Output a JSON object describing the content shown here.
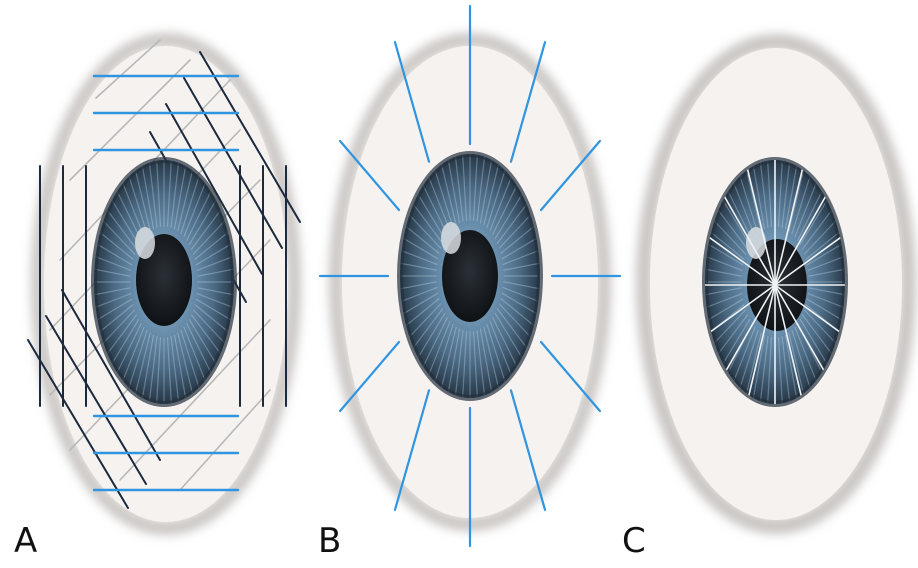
{
  "panels": [
    {
      "label": "A"
    },
    {
      "label": "B"
    },
    {
      "label": "C"
    }
  ],
  "colors": {
    "sclera_fill": "#f6f2f0",
    "sclera_rim": "#c9c5c2",
    "iris_outer": "#2f4352",
    "iris_mid": "#5b7c96",
    "iris_inner": "#8fb2cc",
    "pupil": "#15191d",
    "highlight": "#d9dde0",
    "blue_line": "#2f95e0",
    "dark_line": "#1c2a3e",
    "light_line": "#b8b8b8",
    "radial_white": "#f0f2f4"
  },
  "icons": {
    "panel_a": "eye-hatched-incisions-icon",
    "panel_b": "eye-radial-incisions-icon",
    "panel_c": "eye-iris-spokes-icon"
  }
}
